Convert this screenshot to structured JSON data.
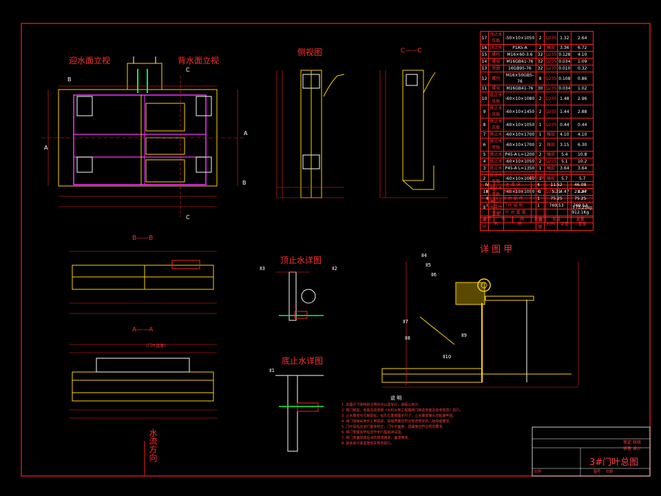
{
  "drawing": {
    "title": "3#门叶总图",
    "views": {
      "upstream": "迎水面立视",
      "downstream": "背水面立视",
      "side": "侧视图",
      "section_cc": "C——C",
      "section_bb": "B——B",
      "section_aa": "A——A",
      "top_seal": "顶止水详图",
      "bottom_seal": "底止水详图",
      "detail_a": "详 图 甲",
      "flow": "水流方向",
      "notes_head": "说    明"
    },
    "markers": [
      "A",
      "B",
      "C"
    ],
    "callouts": [
      "Ⅱ3",
      "Ⅱ2",
      "Ⅱ4",
      "Ⅱ5",
      "Ⅱ6",
      "Ⅱ7",
      "Ⅱ8",
      "Ⅱ9",
      "Ⅱ10",
      "Ⅱ1"
    ],
    "dim_red": "(门叶宽度)"
  },
  "parts_table": {
    "rows": [
      [
        "17",
        "顶止水压板",
        "-50×10×1050",
        "2",
        "Q235",
        "1.32",
        "2.64"
      ],
      [
        "16",
        "顶止水",
        "P1A5-A",
        "2",
        "橡胶",
        "3.36",
        "6.72"
      ],
      [
        "15",
        "螺栓",
        "M16×60-3.6",
        "32",
        "Q235",
        "0.128",
        "4.10"
      ],
      [
        "14",
        "螺母",
        "M16GB41-76",
        "32",
        "Q235",
        "0.034",
        "1.09"
      ],
      [
        "13",
        "垫圈",
        "16GB95-76",
        "32",
        "Q235",
        "0.010",
        "0.32"
      ],
      [
        "12",
        "螺栓",
        "M16×50GB5-76",
        "8",
        "Q235",
        "0.108",
        "0.86"
      ],
      [
        "11",
        "螺母",
        "M16GB41-76",
        "30",
        "Q235",
        "0.034",
        "1.02"
      ],
      [
        "10",
        "底止水压板",
        "-60×10×1080",
        "2",
        "Q235",
        "1.48",
        "2.96"
      ],
      [
        "9",
        "侧止水压板",
        "-60×10×1450",
        "2",
        "Q235",
        "1.44",
        "2.88"
      ],
      [
        "8",
        "侧止水压板",
        "-60×10×1050",
        "1",
        "Q235",
        "0.44",
        "0.44"
      ],
      [
        "7",
        "侧止水",
        "-60×10×1700",
        "1",
        "橡胶",
        "4.10",
        "4.10"
      ],
      [
        "6",
        "侧止水垫板",
        "-60×10×1700",
        "2",
        "橡胶",
        "3.15",
        "6.30"
      ],
      [
        "5",
        "侧止水",
        "P45-A L=1200",
        "2",
        "橡胶",
        "5.4",
        "10.8"
      ],
      [
        "4",
        "底止水",
        "-60×10×1050",
        "2",
        "Q235",
        "5.1",
        "10.2"
      ],
      [
        "3",
        "底止水",
        "P45-A L=1350",
        "1",
        "橡胶",
        "3.64",
        "3.64"
      ],
      [
        "2",
        "底止水压板",
        "-60×10×1060",
        "1",
        "橡胶",
        "5.7",
        "5.7"
      ],
      [
        "1",
        "底止水压板",
        "-60×10×1050",
        "1",
        "Q235",
        "4.47",
        "4.47"
      ],
      [
        "Ⅱ",
        "闸门止水零件重量",
        "",
        "",
        "",
        "",
        "∑75.25kg"
      ]
    ],
    "header": [
      "序号",
      "名",
      "称",
      "数量",
      "材料",
      "单重",
      "重量"
    ]
  },
  "material_table": {
    "title": "材       料       表",
    "rows": [
      [
        "Ⅳ",
        "主 滑 块",
        "4",
        "11.52",
        "46.08"
      ],
      [
        "Ⅲ",
        "主 轨 滑 块",
        "4",
        "5.31",
        "21.24"
      ],
      [
        "Ⅱ",
        "止 水 部 件",
        "1",
        "75.25",
        "75.25"
      ],
      [
        "Ⅰ",
        "门 叶 结 构",
        "1",
        "769.53",
        "769.53"
      ],
      [
        "",
        "门 叶 总 重 量",
        "",
        "",
        "912.1Kg"
      ]
    ],
    "header": [
      "序号",
      "名",
      "称",
      "数量",
      "单重",
      "重量"
    ]
  },
  "notes": [
    "1. 本图尺寸除特别注明外均以毫米计，高程以米计。",
    "2. 闸门制造、安装及验收按《水利水电工程钢闸门制造安装及验收规范》执行。",
    "3. 止水橡皮与压板配钻，钻孔位置按图示尺寸，止水橡皮接头应粘接牢固。",
    "4. 闸门焊接采用手工电弧焊，焊缝质量应符合规范规定的二级焊缝要求。",
    "5. 门叶焊后应进行整体校正，门叶平面度、扭曲度应符合规范要求。",
    "6. 闸门安装完毕后应作全行程启闭试验。",
    "7. 闸门表面除锈后涂防锈漆两道，面漆两道。",
    "8. 其余未尽事宜按有关规范执行。"
  ],
  "title_block": {
    "row1": [
      "审定",
      "校核"
    ],
    "row2": [
      "审查",
      "设计"
    ],
    "bottom": [
      "比例",
      "图号",
      "日期"
    ]
  },
  "colors": {
    "background": "#000000",
    "frame": "#ff2020",
    "structure": "#ffd400",
    "magenta": "#ff30ff",
    "green": "#00ff40",
    "white": "#ffffff",
    "cyan": "#00e0ff"
  }
}
